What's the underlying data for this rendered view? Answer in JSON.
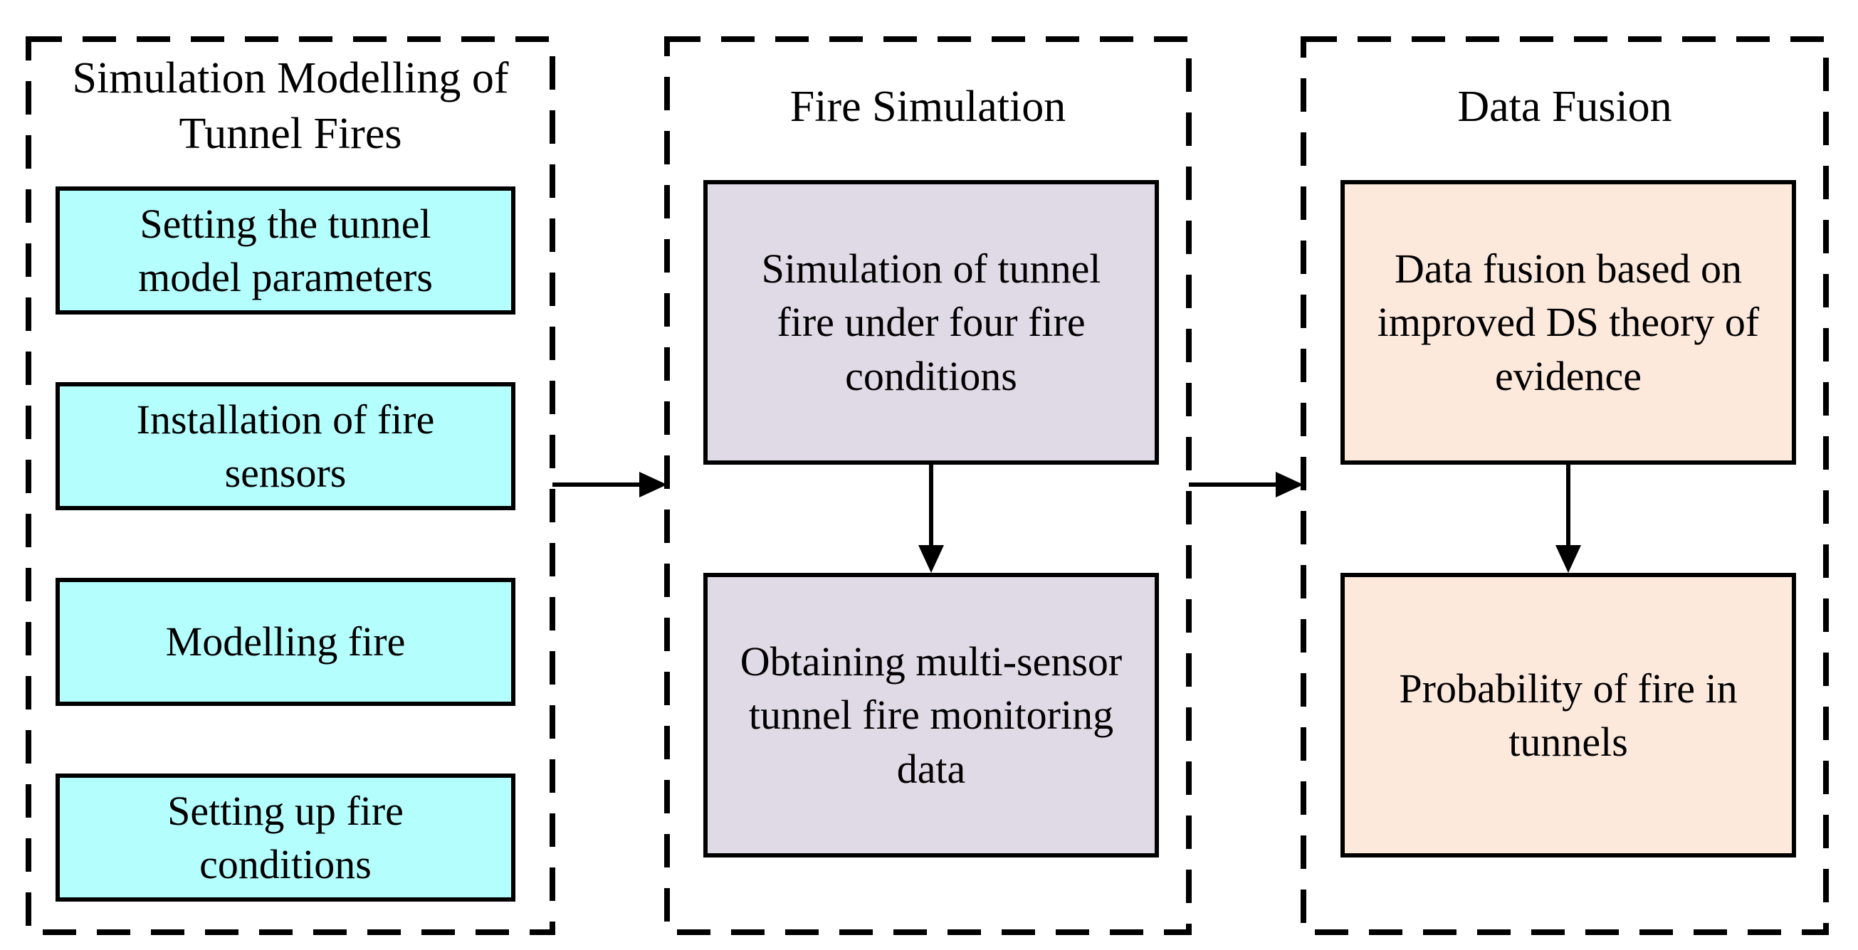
{
  "diagram": {
    "columns": [
      {
        "id": "simulation-modelling",
        "title": "Simulation Modelling of\nTunnel Fires",
        "box_fill": "#B5FEFE",
        "boxes": [
          {
            "label": "Setting the tunnel\nmodel parameters"
          },
          {
            "label": "Installation of fire\nsensors"
          },
          {
            "label": "Modelling fire"
          },
          {
            "label": "Setting up fire\nconditions"
          }
        ]
      },
      {
        "id": "fire-simulation",
        "title": "Fire Simulation",
        "box_fill": "#E0D9E6",
        "boxes": [
          {
            "label": "Simulation of tunnel\nfire under four fire\nconditions"
          },
          {
            "label": "Obtaining multi-sensor\ntunnel fire monitoring\ndata"
          }
        ]
      },
      {
        "id": "data-fusion",
        "title": "Data Fusion",
        "box_fill": "#FDE9DC",
        "boxes": [
          {
            "label": "Data fusion based on\nimproved DS theory of\nevidence"
          },
          {
            "label": "Probability of fire in\ntunnels"
          }
        ]
      }
    ],
    "line_color": "#000000",
    "text_color": "#000000",
    "background_color": "#FFFFFF"
  }
}
